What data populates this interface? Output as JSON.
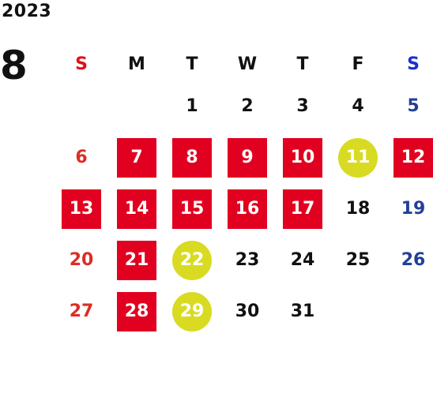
{
  "year": "2023",
  "month": "8",
  "weekdays": [
    "S",
    "M",
    "T",
    "W",
    "T",
    "F",
    "S"
  ],
  "weeks": [
    [
      {
        "label": "",
        "style": "empty"
      },
      {
        "label": "",
        "style": "empty"
      },
      {
        "label": "1",
        "style": "normal"
      },
      {
        "label": "2",
        "style": "normal"
      },
      {
        "label": "3",
        "style": "normal"
      },
      {
        "label": "4",
        "style": "normal"
      },
      {
        "label": "5",
        "style": "saturday"
      }
    ],
    [
      {
        "label": "6",
        "style": "sunday"
      },
      {
        "label": "7",
        "style": "closed"
      },
      {
        "label": "8",
        "style": "closed"
      },
      {
        "label": "9",
        "style": "closed"
      },
      {
        "label": "10",
        "style": "closed"
      },
      {
        "label": "11",
        "style": "special"
      },
      {
        "label": "12",
        "style": "closed"
      }
    ],
    [
      {
        "label": "13",
        "style": "closed"
      },
      {
        "label": "14",
        "style": "closed"
      },
      {
        "label": "15",
        "style": "closed"
      },
      {
        "label": "16",
        "style": "closed"
      },
      {
        "label": "17",
        "style": "closed"
      },
      {
        "label": "18",
        "style": "normal"
      },
      {
        "label": "19",
        "style": "saturday"
      }
    ],
    [
      {
        "label": "20",
        "style": "sunday"
      },
      {
        "label": "21",
        "style": "closed"
      },
      {
        "label": "22",
        "style": "special"
      },
      {
        "label": "23",
        "style": "normal"
      },
      {
        "label": "24",
        "style": "normal"
      },
      {
        "label": "25",
        "style": "normal"
      },
      {
        "label": "26",
        "style": "saturday"
      }
    ],
    [
      {
        "label": "27",
        "style": "sunday"
      },
      {
        "label": "28",
        "style": "closed"
      },
      {
        "label": "29",
        "style": "special"
      },
      {
        "label": "30",
        "style": "normal"
      },
      {
        "label": "31",
        "style": "normal"
      },
      {
        "label": "",
        "style": "empty"
      },
      {
        "label": "",
        "style": "empty"
      }
    ]
  ],
  "colors": {
    "sunday_header": "#e0101a",
    "saturday_header": "#1c2fd0",
    "sunday_text": "#dd2c24",
    "saturday_text": "#233f9a",
    "closed_fill": "#e1001f",
    "special_fill": "#d8db22"
  }
}
